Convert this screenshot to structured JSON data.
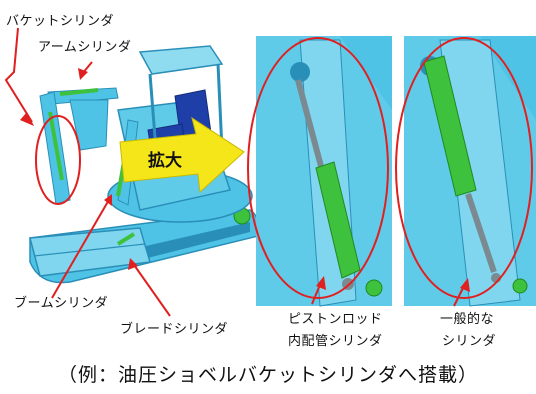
{
  "labels": {
    "bucket_cylinder": "バケットシリンダ",
    "arm_cylinder": "アームシリンダ",
    "boom_cylinder": "ブームシリンダ",
    "blade_cylinder": "ブレードシリンダ",
    "zoom": "拡大",
    "piston_rod_line1": "ピストンロッド",
    "piston_rod_line2": "内配管シリンダ",
    "general_line1": "一般的な",
    "general_line2": "シリンダ"
  },
  "caption": "（例：油圧ショベルバケットシリンダへ搭載）",
  "colors": {
    "machine": "#4fc3e6",
    "machine_dark": "#2a8fb8",
    "cab": "#1f3fa8",
    "cylinder": "#3ec23e",
    "rod": "#7a8a90",
    "annotation": "#e02020",
    "arrow": "#f5e61a"
  }
}
